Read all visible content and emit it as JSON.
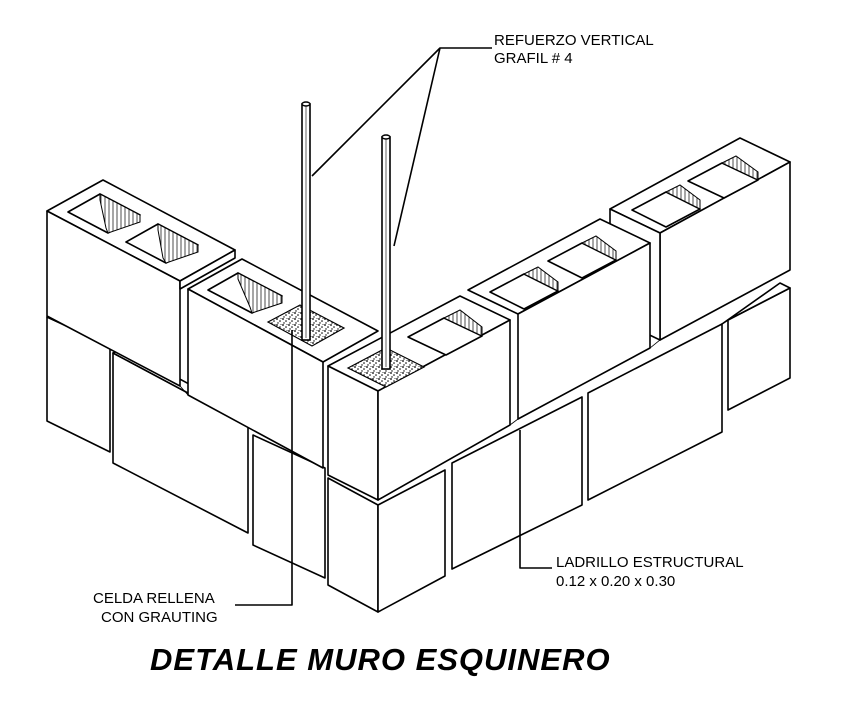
{
  "title": "DETALLE MURO ESQUINERO",
  "labels": {
    "rebar_line1": "REFUERZO VERTICAL",
    "rebar_line2": "GRAFIL # 4",
    "grout_line1": "CELDA RELLENA",
    "grout_line2": "CON GRAUTING",
    "brick_line1": "LADRILLO ESTRUCTURAL",
    "brick_line2": "0.12 x 0.20 x 0.30"
  }
}
